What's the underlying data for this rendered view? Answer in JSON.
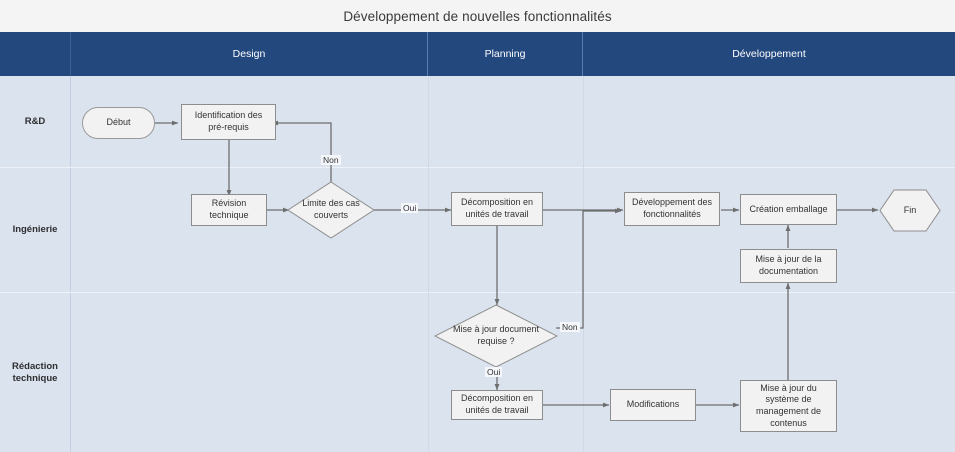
{
  "title": "Développement de nouvelles fonctionnalités",
  "colors": {
    "header_blue": "#23487e",
    "lane_bg": "#dbe3ef",
    "node_fill": "#f2f2f2",
    "node_border": "#8d8d8d",
    "connector": "#6e6e6e",
    "page_bg": "#f4f4f4"
  },
  "columns": [
    {
      "label": "Design"
    },
    {
      "label": "Planning"
    },
    {
      "label": "Développement"
    }
  ],
  "lanes": [
    {
      "label": "R&D"
    },
    {
      "label": "Ingénierie"
    },
    {
      "label": "Rédaction\ntechnique"
    }
  ],
  "nodes": {
    "debut": {
      "label": "Début"
    },
    "identification": {
      "label": "Identification des pré-requis"
    },
    "revision": {
      "label": "Révision technique"
    },
    "limite": {
      "label": "Limite des cas couverts"
    },
    "decomposition_top": {
      "label": "Décomposition en unités de travail"
    },
    "developpement": {
      "label": "Développement des fonctionnalités"
    },
    "creation": {
      "label": "Création emballage"
    },
    "fin": {
      "label": "Fin"
    },
    "maj_doc": {
      "label": "Mise à jour de la documentation"
    },
    "maj_requise": {
      "label": "Mise à jour document requise ?"
    },
    "decomposition_bot": {
      "label": "Décomposition en unités de travail"
    },
    "modifications": {
      "label": "Modifications"
    },
    "maj_systeme": {
      "label": "Mise à jour du système de management de contenus"
    }
  },
  "edge_labels": {
    "non_limite": "Non",
    "oui_limite": "Oui",
    "non_maj": "Non",
    "oui_maj": "Oui"
  }
}
